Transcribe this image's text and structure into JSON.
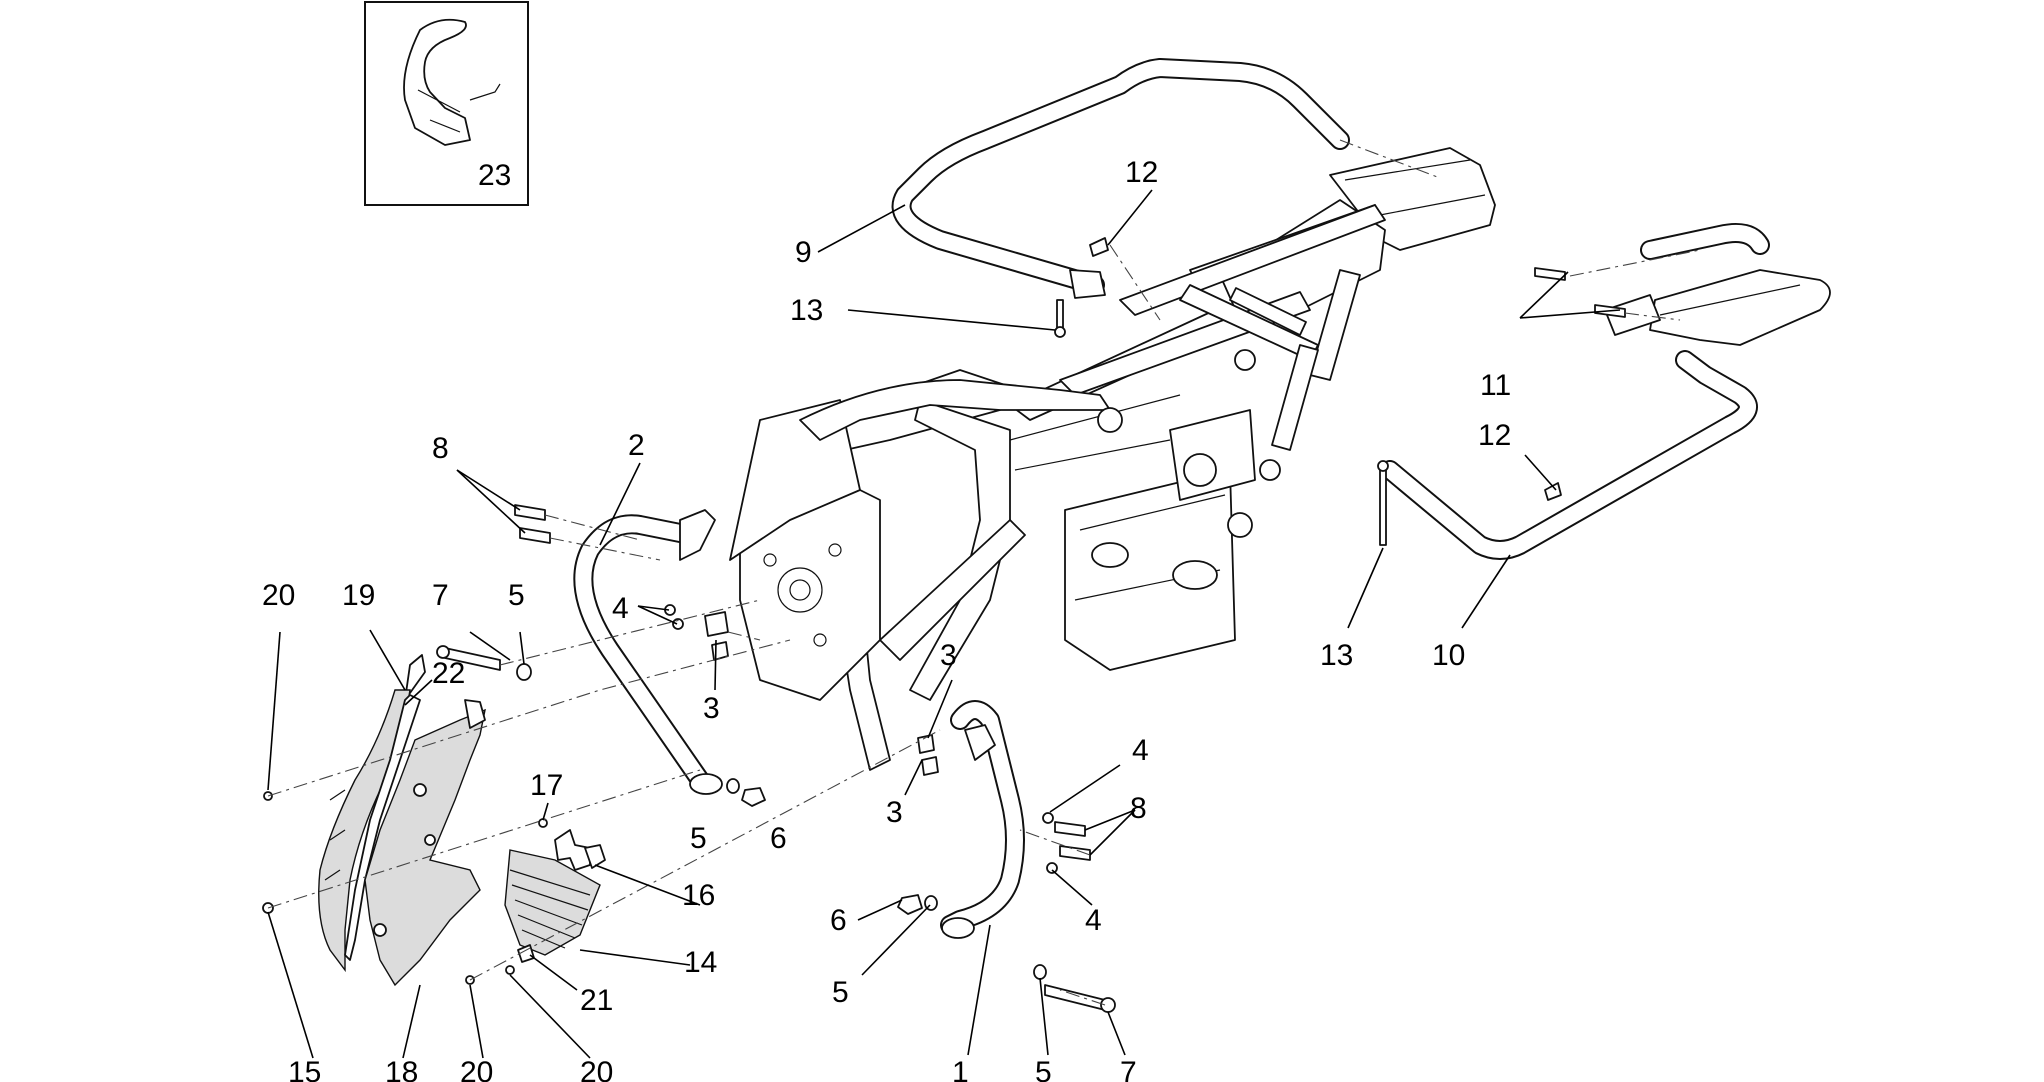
{
  "callouts": {
    "c1": "1",
    "c2": "2",
    "c3a": "3",
    "c3b": "3",
    "c3c": "3",
    "c4a": "4",
    "c4b": "4",
    "c4c": "4",
    "c5a": "5",
    "c5b": "5",
    "c5c": "5",
    "c5d": "5",
    "c6a": "6",
    "c6b": "6",
    "c7a": "7",
    "c7b": "7",
    "c8a": "8",
    "c8b": "8",
    "c9": "9",
    "c10": "10",
    "c11": "11",
    "c12a": "12",
    "c12b": "12",
    "c13a": "13",
    "c13b": "13",
    "c14": "14",
    "c15": "15",
    "c16": "16",
    "c17": "17",
    "c18": "18",
    "c19": "19",
    "c20a": "20",
    "c20b": "20",
    "c20c": "20",
    "c21": "21",
    "c22": "22",
    "c23": "23"
  },
  "colors": {
    "line": "#111111",
    "background": "#ffffff",
    "shade": "#dcdcdc"
  }
}
